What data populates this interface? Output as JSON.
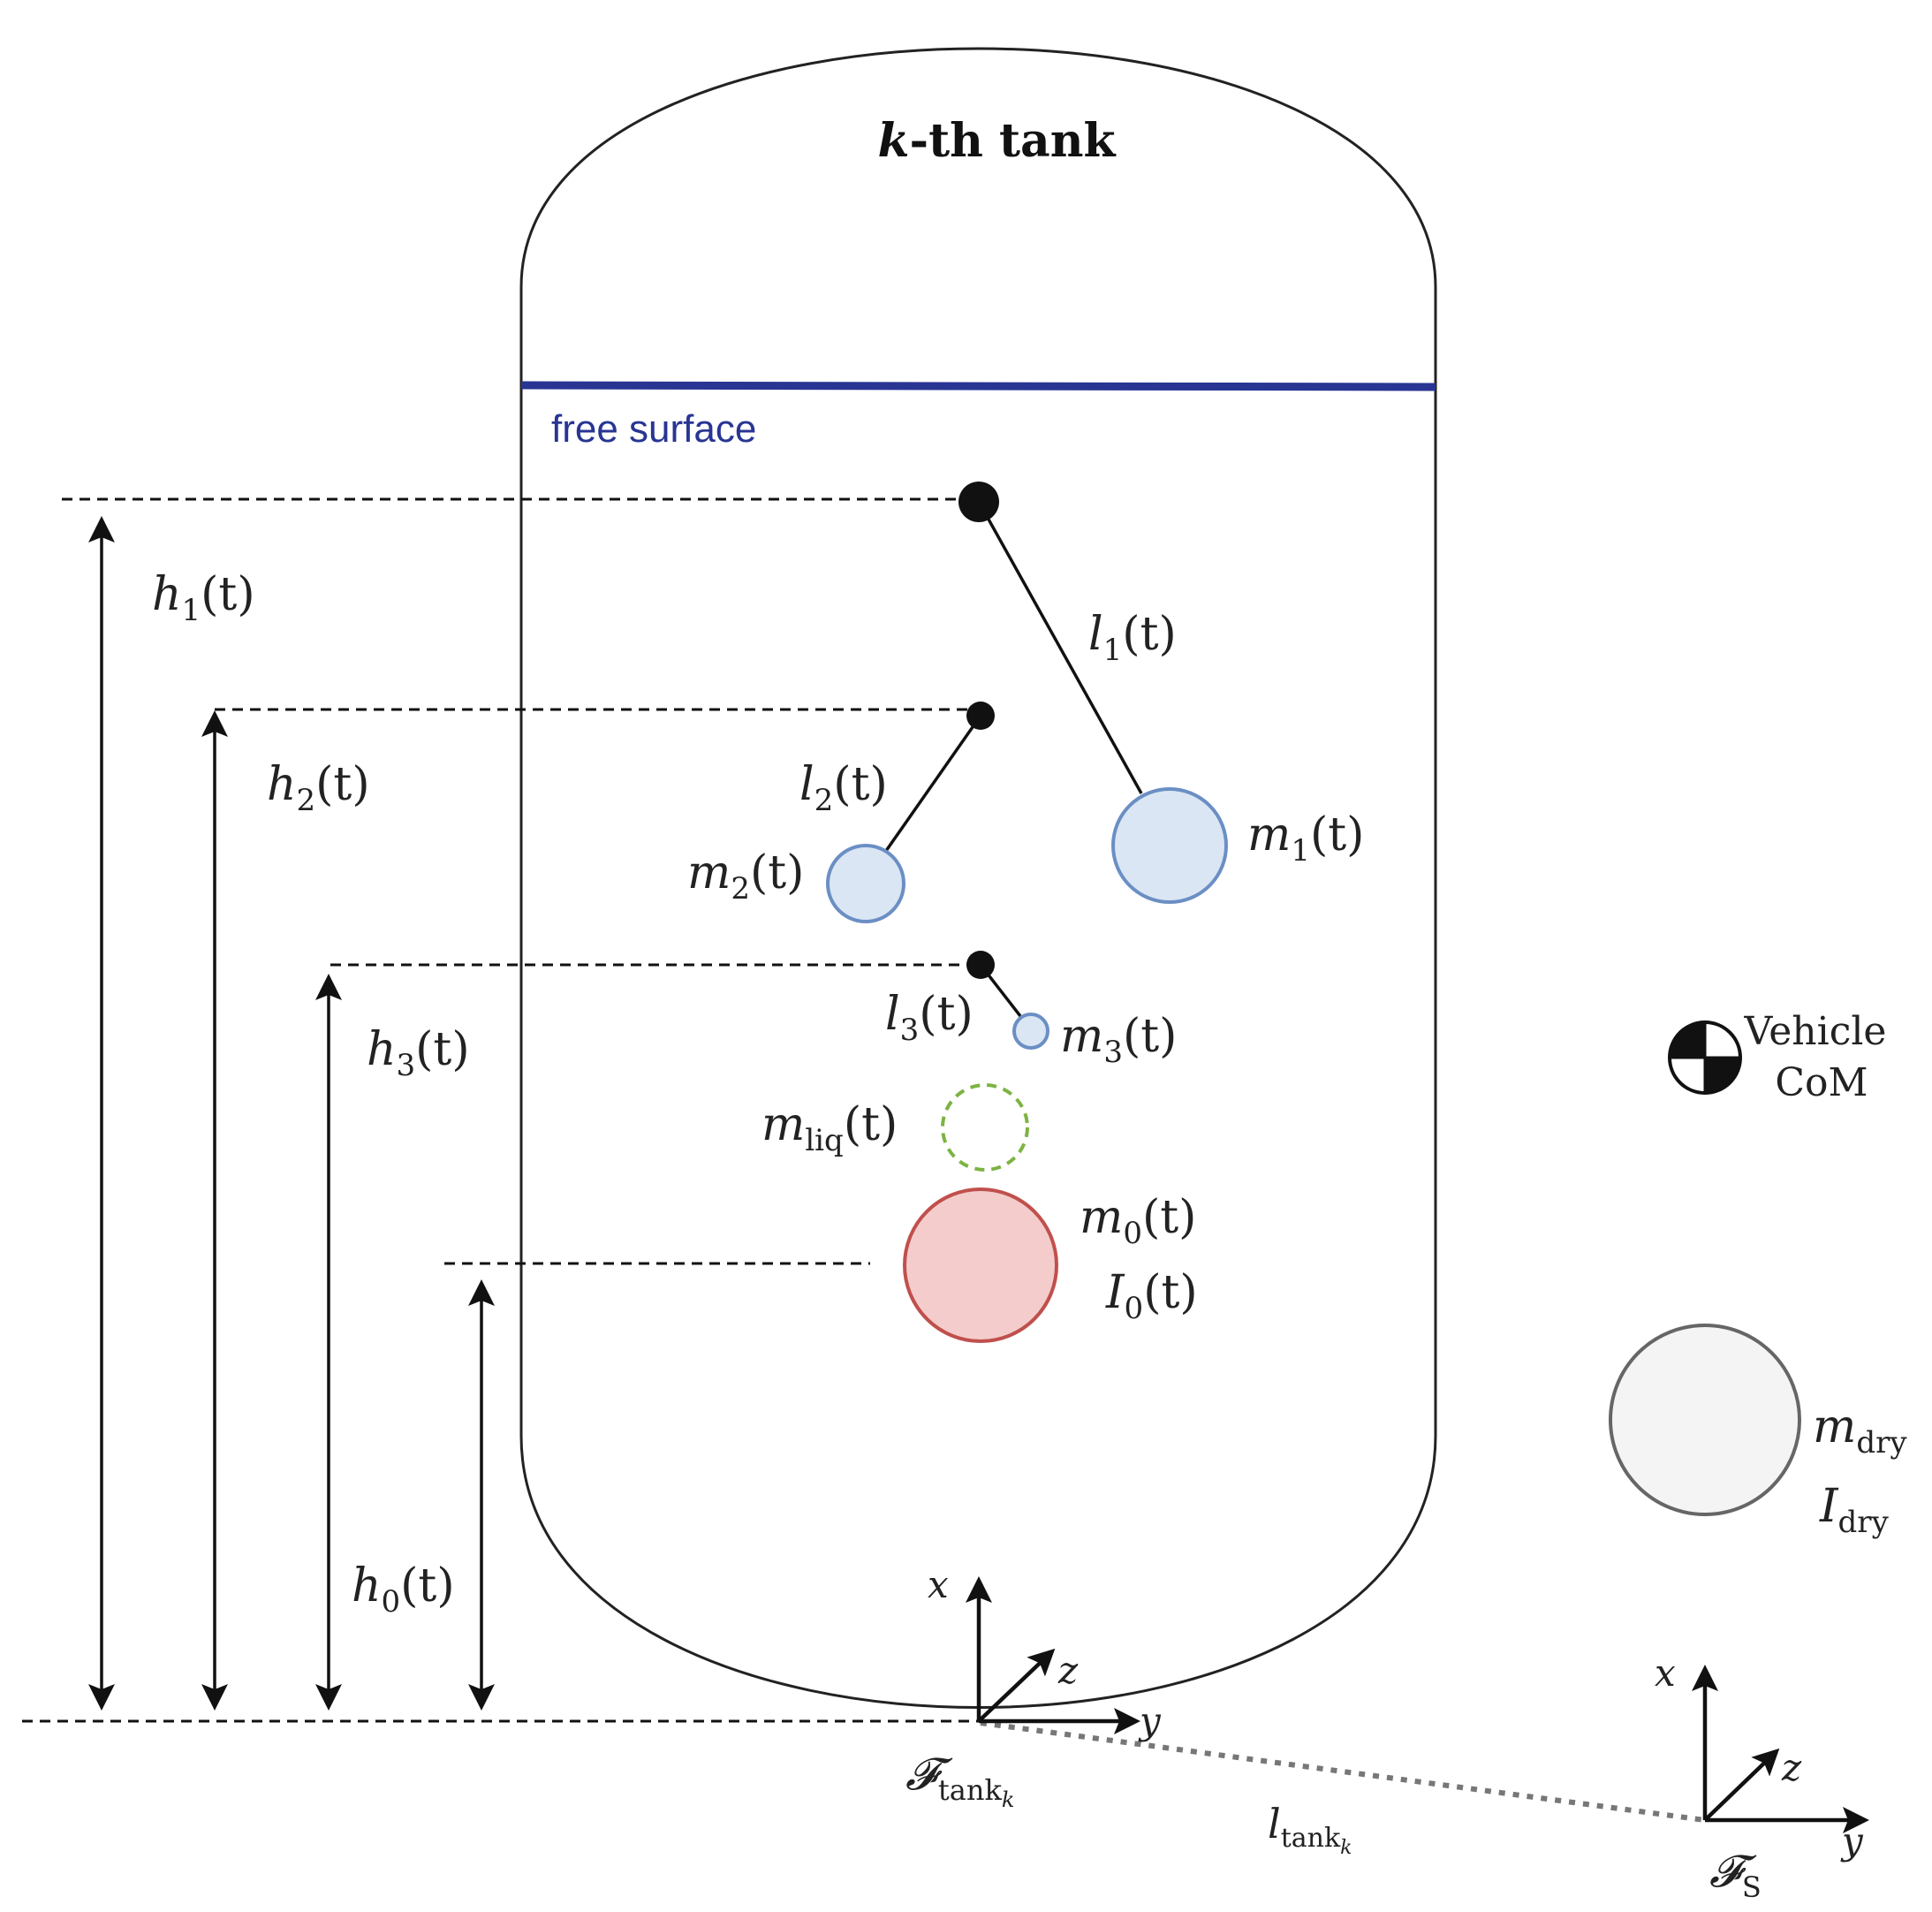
{
  "title": {
    "k": "k",
    "rest": "-th tank"
  },
  "free_surface_label": "free surface",
  "colors": {
    "free_surface": "#283593",
    "slosh_mass_fill": "#dae6f4",
    "slosh_mass_stroke": "#6b8fc4",
    "rigid_mass_fill": "#f4cccc",
    "rigid_mass_stroke": "#c0504d",
    "liquid_mass_stroke": "#7cb342",
    "dry_mass_fill": "#f4f4f4",
    "dry_mass_stroke": "#666666"
  },
  "heights": [
    {
      "sym": "h",
      "sub": "1",
      "arg": "(t)"
    },
    {
      "sym": "h",
      "sub": "2",
      "arg": "(t)"
    },
    {
      "sym": "h",
      "sub": "3",
      "arg": "(t)"
    },
    {
      "sym": "h",
      "sub": "0",
      "arg": "(t)"
    }
  ],
  "lengths": [
    {
      "sym": "l",
      "sub": "1",
      "arg": "(t)"
    },
    {
      "sym": "l",
      "sub": "2",
      "arg": "(t)"
    },
    {
      "sym": "l",
      "sub": "3",
      "arg": "(t)"
    }
  ],
  "masses": [
    {
      "sym": "m",
      "sub": "1",
      "arg": "(t)"
    },
    {
      "sym": "m",
      "sub": "2",
      "arg": "(t)"
    },
    {
      "sym": "m",
      "sub": "3",
      "arg": "(t)"
    },
    {
      "sym": "m",
      "sub": "liq",
      "arg": "(t)"
    },
    {
      "sym": "m",
      "sub": "0",
      "arg": "(t)"
    }
  ],
  "inertia_0": {
    "sym": "I",
    "sub": "0",
    "arg": "(t)"
  },
  "dry": {
    "mass": {
      "sym": "m",
      "sub": "dry"
    },
    "inertia": {
      "sym": "I",
      "sub": "dry"
    }
  },
  "vehicle_com": {
    "line1": "Vehicle",
    "line2": "CoM"
  },
  "tank_frame": {
    "x": "x",
    "y": "y",
    "z": "z",
    "sym": "𝓕",
    "sub": "tank",
    "subsub": "k"
  },
  "body_frame": {
    "x": "x",
    "y": "y",
    "z": "z",
    "sym": "𝓕",
    "sub": "S"
  },
  "tank_offset": {
    "sym": "l",
    "sub": "tank",
    "subsub": "k"
  }
}
